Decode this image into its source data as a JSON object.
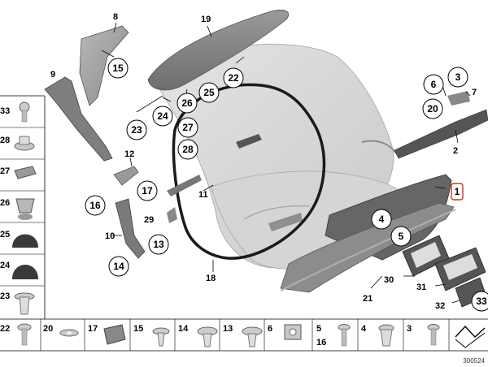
{
  "callouts": {
    "c1": "1",
    "c2": "2",
    "c3": "3",
    "c4": "4",
    "c5": "5",
    "c6": "6",
    "c7": "7",
    "c8": "8",
    "c9": "9",
    "c10": "10",
    "c11": "11",
    "c12": "12",
    "c13": "13",
    "c14": "14",
    "c15": "15",
    "c16": "16",
    "c17": "17",
    "c18": "18",
    "c19": "19",
    "c20": "20",
    "c21": "21",
    "c22": "22",
    "c23": "23",
    "c24": "24",
    "c25": "25",
    "c26": "26",
    "c27": "27",
    "c28": "28",
    "c29": "29",
    "c30": "30",
    "c31": "31",
    "c32": "32",
    "c33": "33"
  },
  "left_column": [
    "33",
    "28",
    "27",
    "26",
    "25",
    "24",
    "23"
  ],
  "bottom_row": [
    "22",
    "20",
    "17",
    "15",
    "14",
    "13",
    "6",
    "5",
    "16",
    "4",
    "3"
  ],
  "catalog_id": "300524"
}
